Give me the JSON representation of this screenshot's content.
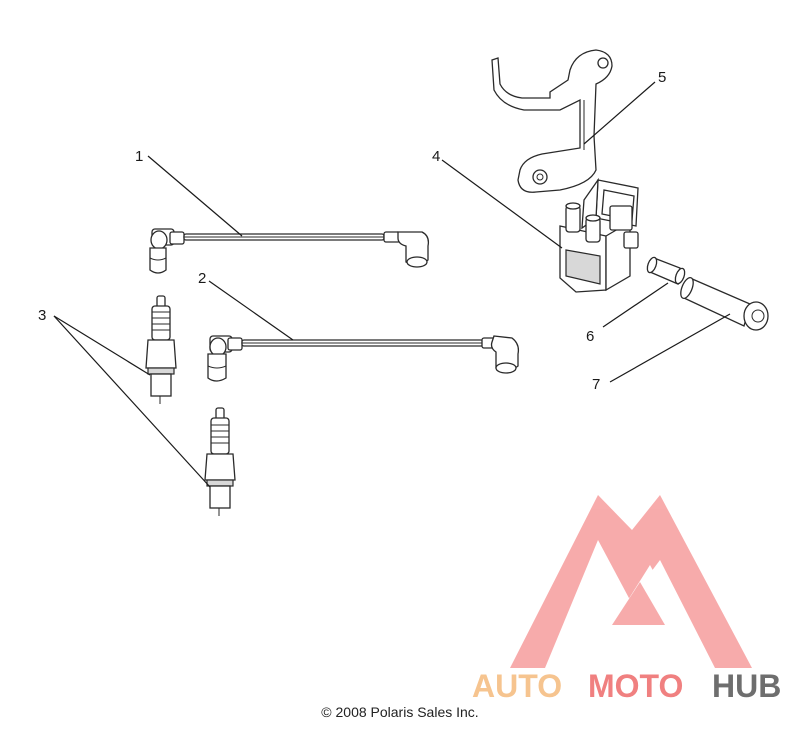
{
  "callouts": {
    "c1": "1",
    "c2": "2",
    "c3": "3",
    "c4": "4",
    "c5": "5",
    "c6": "6",
    "c7": "7"
  },
  "footer": {
    "copyright": "© 2008 Polaris Sales Inc."
  },
  "watermark": {
    "part1": "AUTO",
    "part2": "MOTO",
    "part3": "HUB",
    "colors": {
      "auto": "#f6c48f",
      "moto": "#f08080",
      "hub": "#6e6e6e",
      "triangle": "#f7a3a3"
    }
  }
}
